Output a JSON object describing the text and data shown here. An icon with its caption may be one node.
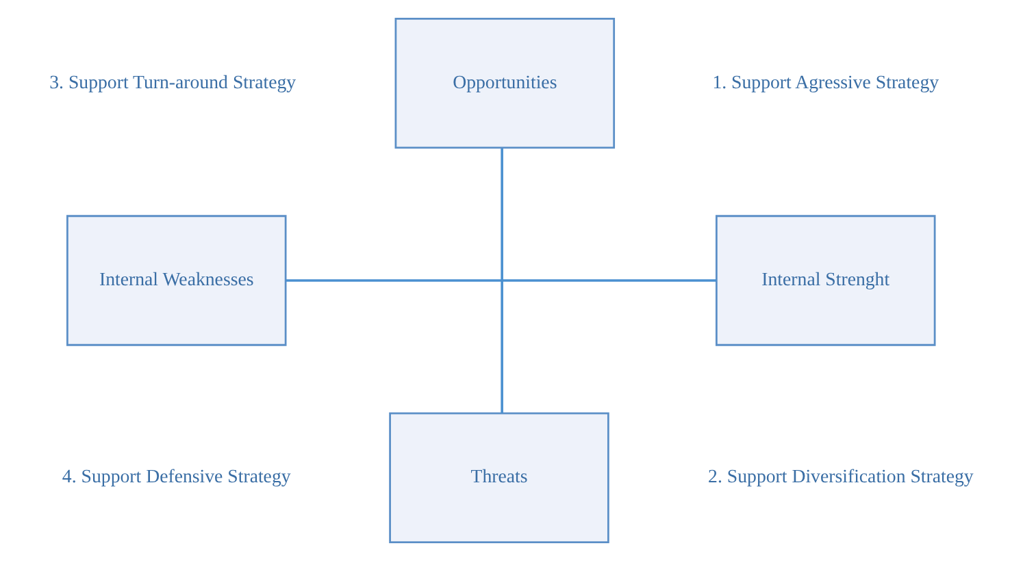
{
  "diagram": {
    "nodes": [
      {
        "text": [
          "Opportunities"
        ]
      },
      {
        "text": [
          "Internal Weaknesses"
        ]
      },
      {
        "text": [
          "Internal Strenght"
        ]
      },
      {
        "text": [
          "Threats"
        ]
      }
    ],
    "edges": [
      {
        "from": 0,
        "to": 3,
        "arrow": "none"
      },
      {
        "from": 1,
        "to": 2,
        "arrow": "none"
      }
    ],
    "labels": [
      "3. Support Turn-around Strategy",
      "1. Support Agressive Strategy",
      "4. Support Defensive Strategy",
      "2. Support Diversification Strategy"
    ]
  }
}
